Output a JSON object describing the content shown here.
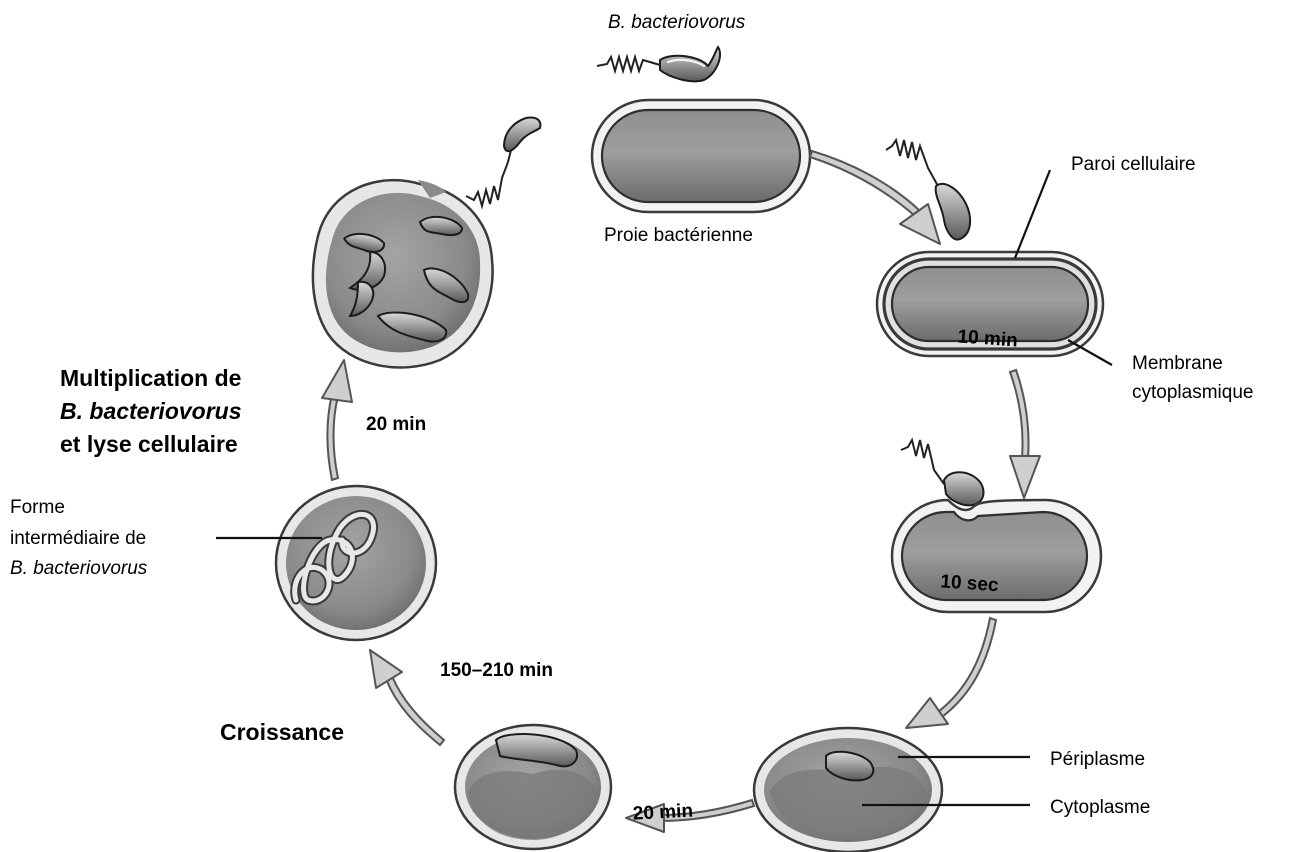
{
  "labels": {
    "predator_name": "B. bacteriovorus",
    "prey": "Proie bactérienne",
    "cell_wall": "Paroi cellulaire",
    "membrane_line1": "Membrane",
    "membrane_line2": "cytoplasmique",
    "periplasm": "Périplasme",
    "cytoplasm": "Cytoplasme",
    "growth": "Croissance",
    "multiplication_line1": "Multiplication de",
    "multiplication_line2": "B. bacteriovorus",
    "multiplication_line3": "et lyse cellulaire",
    "intermediate_line1": "Forme",
    "intermediate_line2": "intermédiaire de",
    "intermediate_line3": "B. bacteriovorus"
  },
  "timings": {
    "attachment": "10 min",
    "penetration": "10 sec",
    "bdelloplast": "20 min",
    "growth": "150–210 min",
    "lysis": "20 min"
  }
}
